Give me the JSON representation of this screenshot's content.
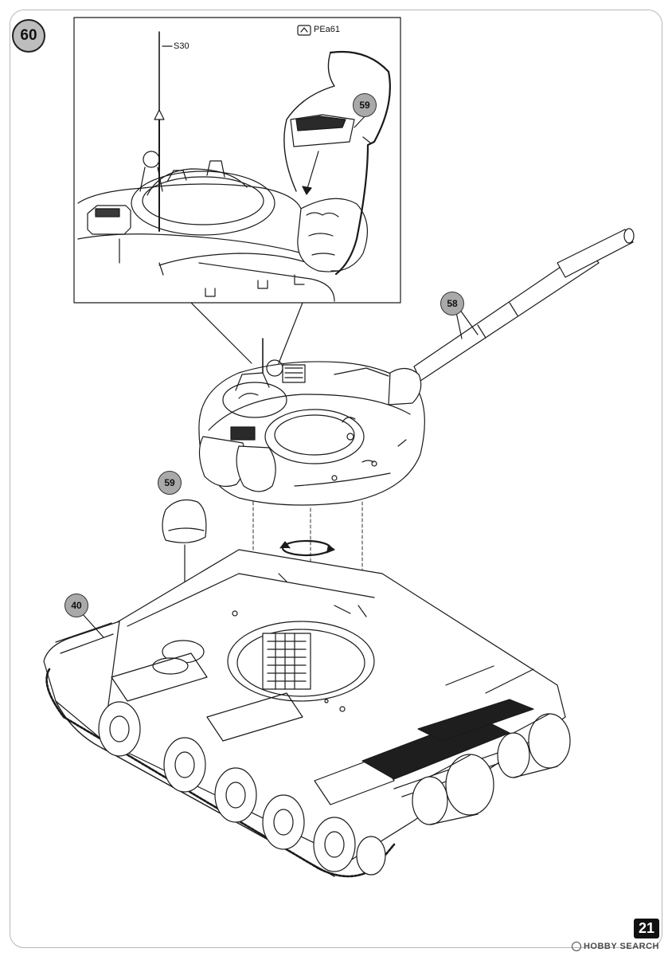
{
  "step": {
    "number": "60"
  },
  "parts": {
    "barrel": "58",
    "cover": "59",
    "cover_detail": "59",
    "hull": "40"
  },
  "labels": {
    "antenna": "S30",
    "photo_etch": "PEa61"
  },
  "page": {
    "number": "21"
  },
  "watermark": {
    "text": "HOBBY SEARCH"
  },
  "colors": {
    "line": "#1a1a1a",
    "badge": "#a9a9a9",
    "grille": "#1e1e1e"
  }
}
